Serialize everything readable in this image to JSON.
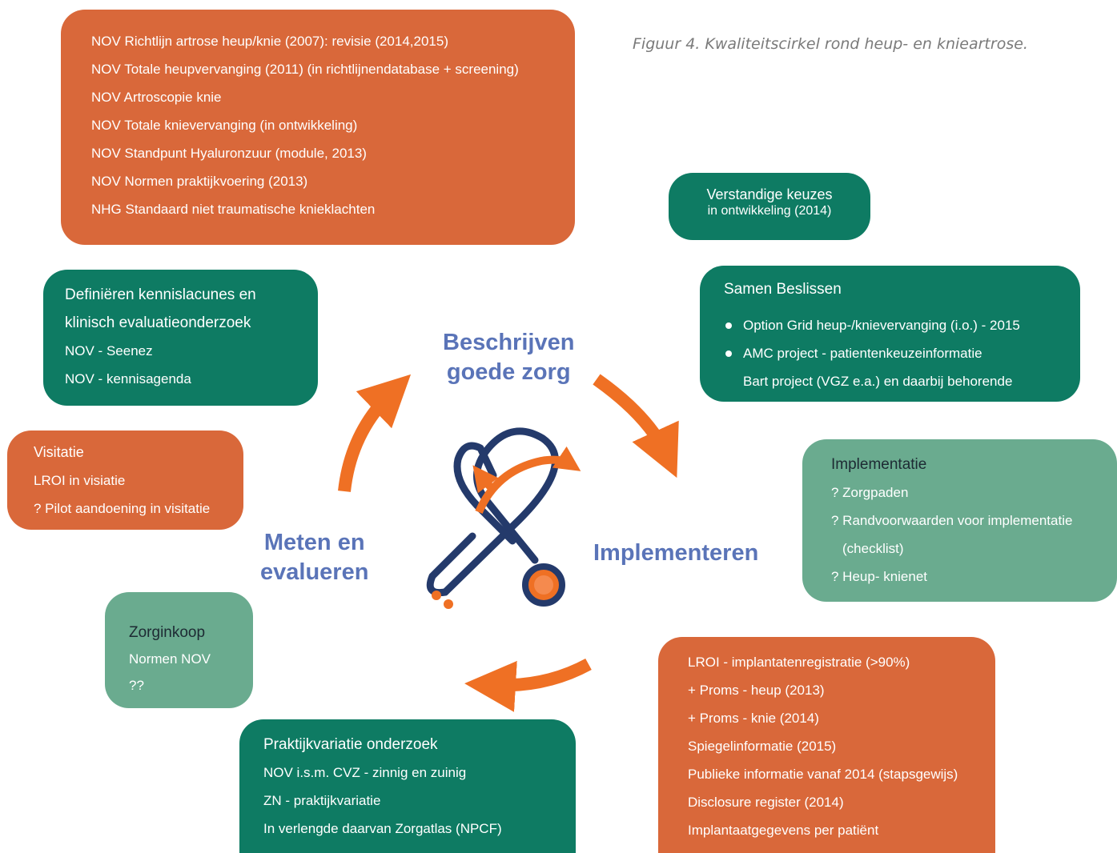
{
  "caption": "Figuur 4. Kwaliteitscirkel rond heup- en knieartrose.",
  "phases": {
    "top": [
      "Beschrijven",
      "goede zorg"
    ],
    "right": [
      "Implementeren"
    ],
    "left": [
      "Meten en",
      "evalueren"
    ]
  },
  "boxes": {
    "richtlijnen": {
      "lines": [
        "NOV Richtlijn artrose heup/knie (2007): revisie (2014,2015)",
        "NOV Totale heupvervanging (2011) (in richtlijnendatabase + screening)",
        "NOV Artroscopie knie",
        "NOV Totale knievervanging (in ontwikkeling)",
        "NOV Standpunt Hyaluronzuur (module, 2013)",
        "NOV Normen praktijkvoering (2013)",
        "NHG Standaard niet traumatische knieklachten"
      ]
    },
    "verstandig": {
      "title": "Verstandige keuzes",
      "sub": "in ontwikkeling (2014)"
    },
    "samen": {
      "title": "Samen Beslissen",
      "bullet1": "Option Grid heup-/knievervanging (i.o.) - 2015",
      "bullet2": "AMC project - patientenkeuzeinformatie",
      "line3": "Bart project (VGZ e.a.) en daarbij behorende"
    },
    "kennis": {
      "title1": "Definiëren kennislacunes en",
      "title2": "klinisch evaluatieonderzoek",
      "lines": [
        "NOV - Seenez",
        "NOV - kennisagenda"
      ]
    },
    "visitatie": {
      "title": "Visitatie",
      "lines": [
        "LROI in visiatie",
        "? Pilot aandoening in visitatie"
      ]
    },
    "implementatie": {
      "title": "Implementatie",
      "lines": [
        "? Zorgpaden",
        "? Randvoorwaarden voor implementatie",
        "(checklist)",
        "? Heup- knienet"
      ]
    },
    "zorginkoop": {
      "title": "Zorginkoop",
      "lines": [
        "Normen NOV",
        "??"
      ]
    },
    "praktijk": {
      "title": "Praktijkvariatie onderzoek",
      "lines": [
        "NOV i.s.m. CVZ - zinnig en zuinig",
        "ZN - praktijkvariatie",
        "In verlengde daarvan Zorgatlas (NPCF)"
      ]
    },
    "lroi": {
      "lines": [
        "LROI - implantatenregistratie (>90%)",
        "+ Proms - heup (2013)",
        "+ Proms - knie (2014)",
        "Spiegelinformatie (2015)",
        "Publieke informatie vanaf 2014 (stapsgewijs)",
        "Disclosure register (2014)",
        "Implantaatgegevens per patiënt"
      ]
    }
  },
  "colors": {
    "orange": "#d9683a",
    "dark_green": "#0e7b63",
    "light_green": "#6aab8f",
    "arrow": "#ef7024",
    "phase_text": "#5a74b8",
    "stethoscope": "#243a6b"
  },
  "icons": [
    "stethoscope-icon",
    "cycle-arrow-icon"
  ]
}
